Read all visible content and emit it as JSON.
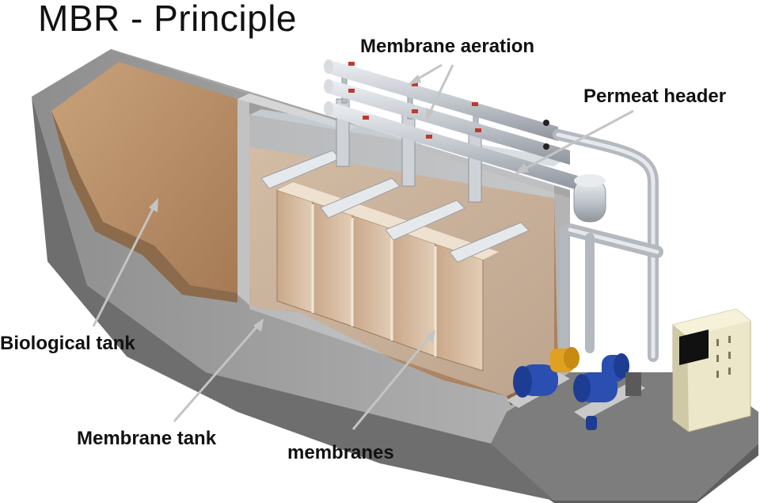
{
  "title": "MBR - Principle",
  "labels": {
    "membrane_aeration": "Membrane aeration",
    "permeat_header": "Permeat header",
    "biological_tank": "Biological tank",
    "membrane_tank": "Membrane tank",
    "membranes": "membranes"
  },
  "colors": {
    "sludge": "#b8926b",
    "concrete": "#9a9a9a",
    "pipe": "#c8ccd2",
    "pump_blue": "#2a4fb0",
    "pump_yellow": "#e0a020",
    "cabinet": "#ece7c8",
    "arrow": "#c4c4c4"
  }
}
